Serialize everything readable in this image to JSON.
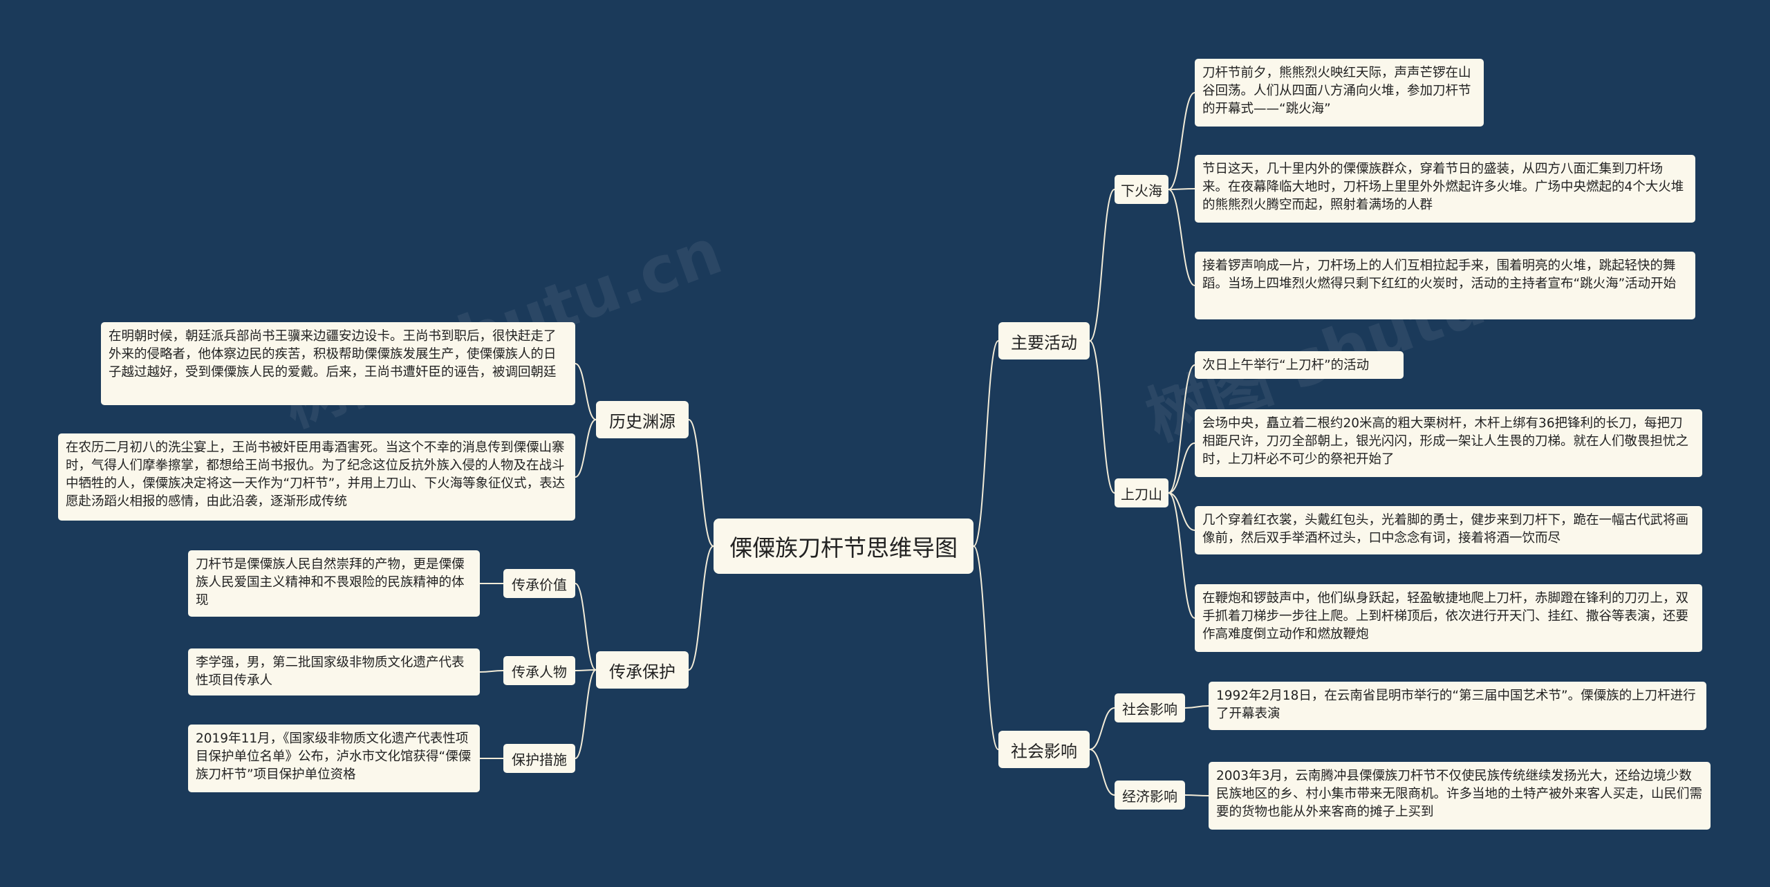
{
  "root": {
    "title": "傈僳族刀杆节思维导图"
  },
  "branches": {
    "history": {
      "label": "历史渊源"
    },
    "heritage": {
      "label": "传承保护"
    },
    "activities": {
      "label": "主要活动"
    },
    "impact": {
      "label": "社会影响"
    }
  },
  "subs": {
    "value": "传承价值",
    "people": "传承人物",
    "measures": "保护措施",
    "fire_sea": "下火海",
    "knife_mountain": "上刀山",
    "social": "社会影响",
    "economic": "经济影响"
  },
  "leaves": {
    "history_1": "在明朝时候，朝廷派兵部尚书王骥来边疆安边设卡。王尚书到职后，很快赶走了外来的侵略者，他体察边民的疾苦，积极帮助傈僳族发展生产，使傈僳族人的日子越过越好，受到傈僳族人民的爱戴。后来，王尚书遭奸臣的诬告，被调回朝廷",
    "history_2": "在农历二月初八的洗尘宴上，王尚书被奸臣用毒酒害死。当这个不幸的消息传到傈僳山寨时，气得人们摩拳擦掌，都想给王尚书报仇。为了纪念这位反抗外族入侵的人物及在战斗中牺牲的人，傈僳族决定将这一天作为“刀杆节”，并用上刀山、下火海等象征仪式，表达愿赴汤蹈火相报的感情，由此沿袭，逐渐形成传统",
    "value": "刀杆节是傈僳族人民自然崇拜的产物，更是傈僳族人民爱国主义精神和不畏艰险的民族精神的体现",
    "people": "李学强，男，第二批国家级非物质文化遗产代表性项目传承人",
    "measures": "2019年11月，《国家级非物质文化遗产代表性项目保护单位名单》公布，泸水市文化馆获得“傈僳族刀杆节”项目保护单位资格",
    "fire_1": "刀杆节前夕，熊熊烈火映红天际，声声芒锣在山谷回荡。人们从四面八方涌向火堆，参加刀杆节的开幕式——“跳火海”",
    "fire_2": "节日这天，几十里内外的傈僳族群众，穿着节日的盛装，从四方八面汇集到刀杆场来。在夜幕降临大地时，刀杆场上里里外外燃起许多火堆。广场中央燃起的4个大火堆的熊熊烈火腾空而起，照射着满场的人群",
    "fire_3": "接着锣声响成一片，刀杆场上的人们互相拉起手来，围着明亮的火堆，跳起轻快的舞蹈。当场上四堆烈火燃得只剩下红红的火炭时，活动的主持者宣布“跳火海”活动开始",
    "knife_1": "次日上午举行“上刀杆”的活动",
    "knife_2": "会场中央，矗立着二根约20米高的粗大栗树杆，木杆上绑有36把锋利的长刀，每把刀相距尺许，刀刃全部朝上，银光闪闪，形成一架让人生畏的刀梯。就在人们敬畏担忧之时，上刀杆必不可少的祭祀开始了",
    "knife_3": "几个穿着红衣裳，头戴红包头，光着脚的勇士，健步来到刀杆下，跪在一幅古代武将画像前，然后双手举酒杯过头，口中念念有词，接着将酒一饮而尽",
    "knife_4": "在鞭炮和锣鼓声中，他们纵身跃起，轻盈敏捷地爬上刀杆，赤脚蹬在锋利的刀刃上，双手抓着刀梯步一步往上爬。上到杆梯顶后，依次进行开天门、挂红、撒谷等表演，还要作高难度倒立动作和燃放鞭炮",
    "social": "1992年2月18日，在云南省昆明市举行的“第三届中国艺术节”。傈僳族的上刀杆进行了开幕表演",
    "economic": "2003年3月，云南腾冲县傈僳族刀杆节不仅使民族传统继续发扬光大，还给边境少数民族地区的乡、村小集市带来无限商机。许多当地的土特产被外来客人买走，山民们需要的货物也能从外来客商的摊子上买到"
  },
  "watermarks": [
    "树图 shutu.cn",
    "树图 shutu.cn"
  ],
  "colors": {
    "background": "#1b3a5a",
    "node": "#fbf8ec",
    "line": "#f3ecd8"
  }
}
